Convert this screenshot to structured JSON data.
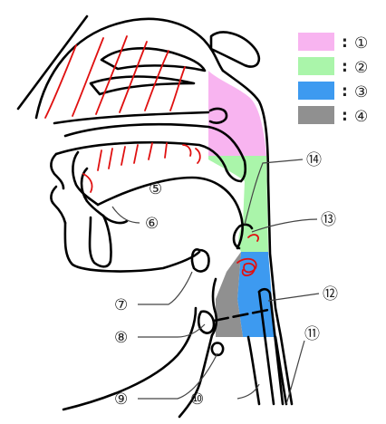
{
  "legend": [
    {
      "label": "①",
      "color": "#f8b4f0"
    },
    {
      "label": "②",
      "color": "#aaf5aa"
    },
    {
      "label": "③",
      "color": "#3d9af0"
    },
    {
      "label": "④",
      "color": "#909090"
    }
  ],
  "legend_separator": ":",
  "callouts": {
    "c5": "⑤",
    "c6": "⑥",
    "c7": "⑦",
    "c8": "⑧",
    "c9": "⑨",
    "c10": "⑩",
    "c11": "⑪",
    "c12": "⑫",
    "c13": "⑬",
    "c14": "⑭"
  },
  "colors": {
    "outline": "#000000",
    "annotation": "#e01010",
    "leader": "#444444"
  }
}
